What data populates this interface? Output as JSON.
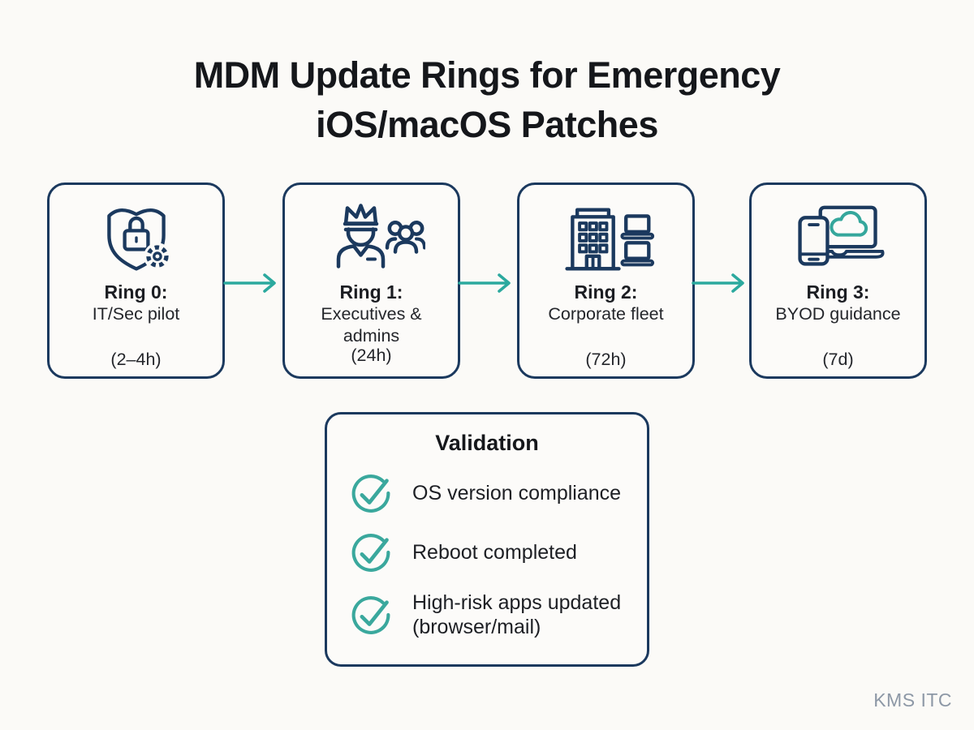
{
  "title": {
    "line1": "MDM Update Rings for Emergency",
    "line2": "iOS/macOS Patches"
  },
  "rings": [
    {
      "label": "Ring 0:",
      "description": "IT/Sec pilot",
      "duration": "(2–4h)",
      "icon": "shield-lock-gear-icon"
    },
    {
      "label": "Ring 1:",
      "description": "Executives & admins",
      "duration": "(24h)",
      "icon": "executive-group-icon"
    },
    {
      "label": "Ring 2:",
      "description": "Corporate fleet",
      "duration": "(72h)",
      "icon": "building-laptops-icon"
    },
    {
      "label": "Ring 3:",
      "description": "BYOD guidance",
      "duration": "(7d)",
      "icon": "phone-laptop-cloud-icon"
    }
  ],
  "validation": {
    "title": "Validation",
    "items": [
      "OS version compliance",
      "Reboot completed",
      "High-risk apps updated (browser/mail)"
    ]
  },
  "watermark": "KMS ITC",
  "colors": {
    "outline_navy": "#1b395e",
    "accent_teal": "#35a79c",
    "text_dark": "#1d1f24",
    "watermark_gray": "#8d98a6",
    "background": "#fbfaf7"
  }
}
